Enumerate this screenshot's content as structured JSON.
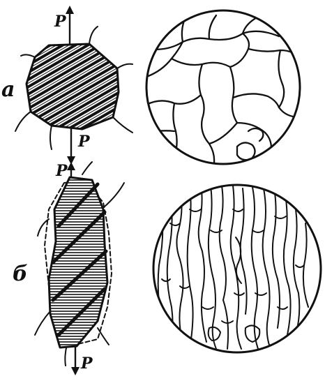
{
  "figure": {
    "panel_a": {
      "label": "а",
      "force_top": "P",
      "force_bottom": "P"
    },
    "panel_b": {
      "label": "б",
      "force_top": "P",
      "force_bottom": "P"
    }
  },
  "colors": {
    "ink": "#111111",
    "background": "#ffffff"
  }
}
